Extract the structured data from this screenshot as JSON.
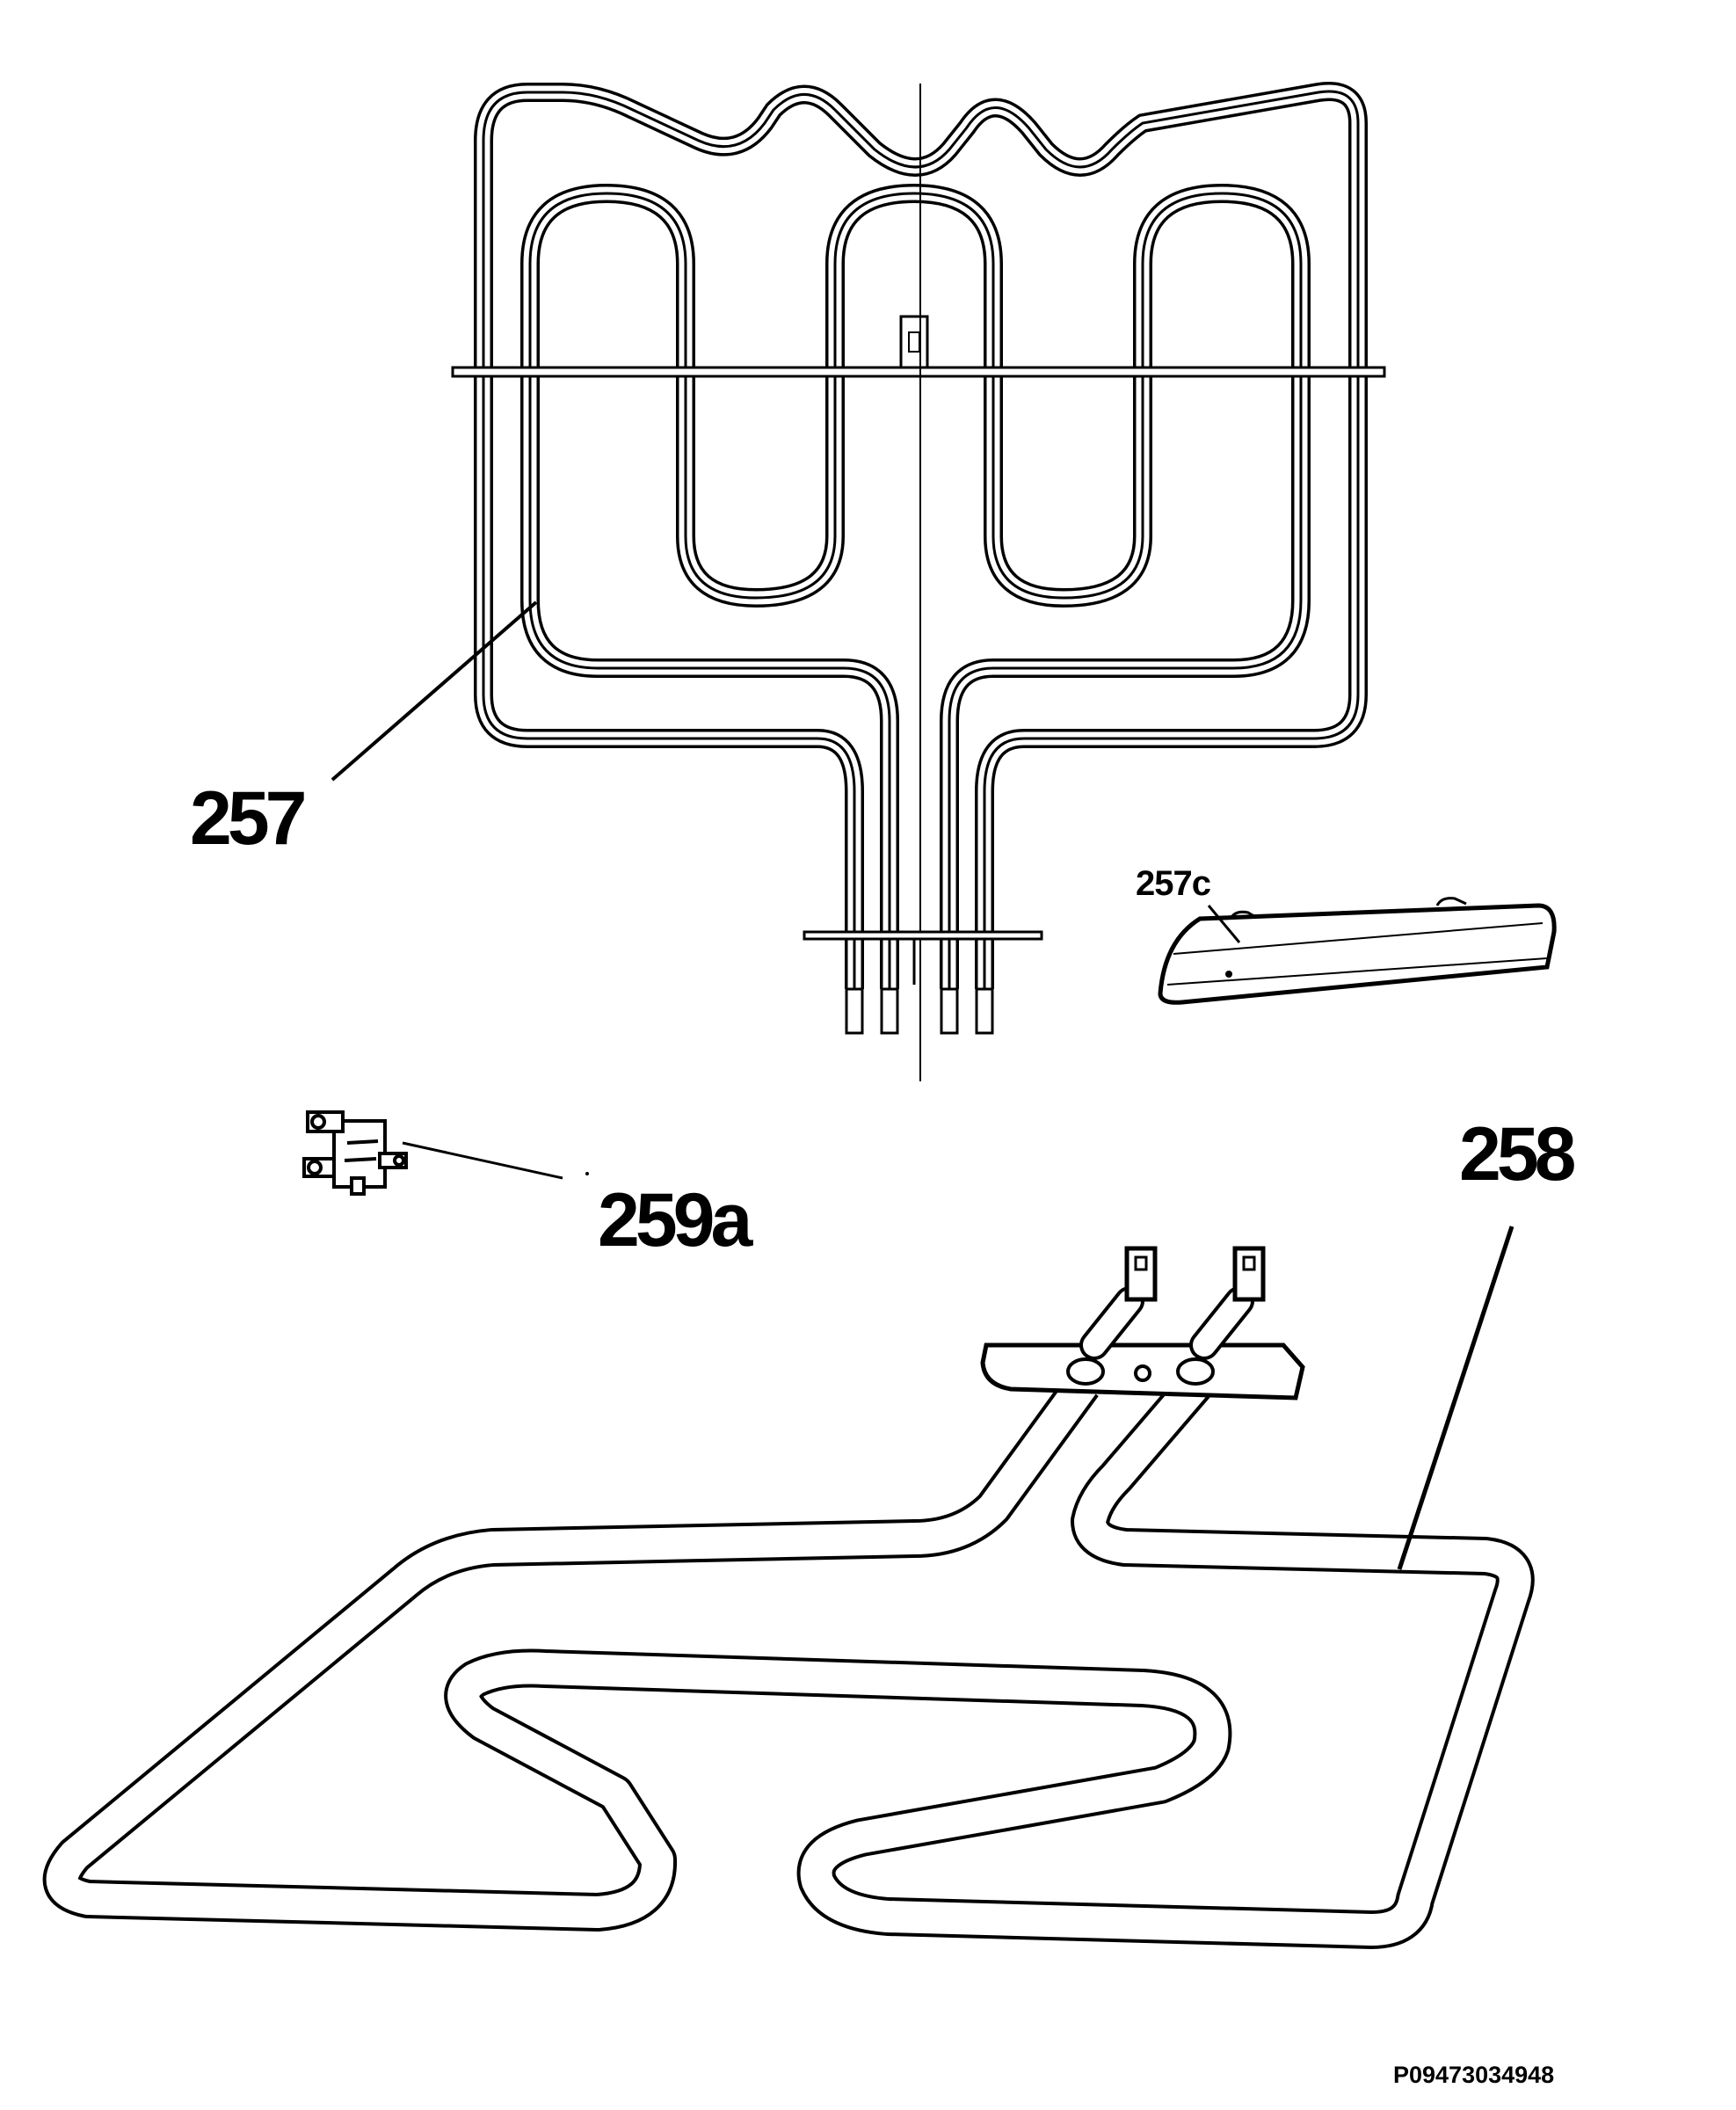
{
  "labels": {
    "part_257": "257",
    "part_257c": "257c",
    "part_258": "258",
    "part_259a": "259a"
  },
  "drawing_code": "P09473034948",
  "colors": {
    "line": "#000000",
    "background": "#ffffff",
    "tube_fill": "#ffffff"
  }
}
